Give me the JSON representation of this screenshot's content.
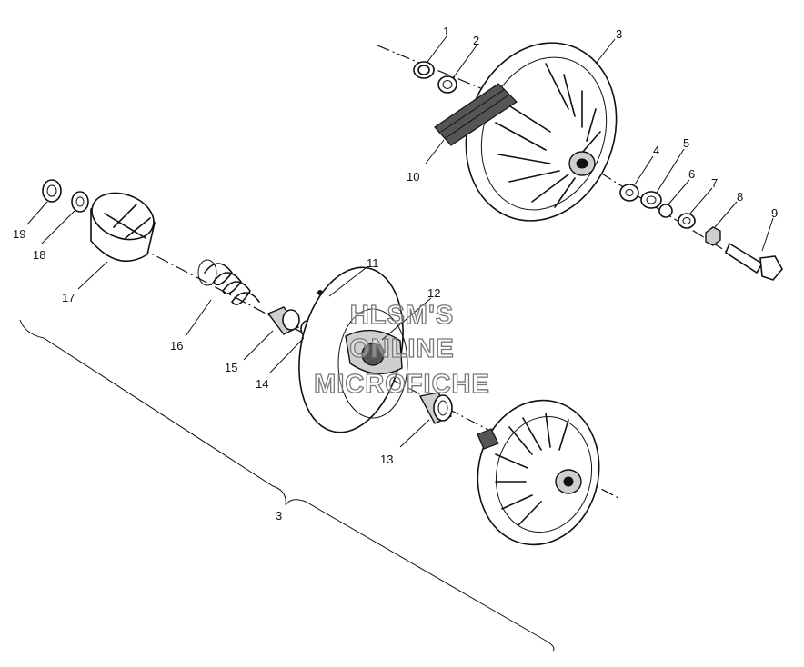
{
  "callouts": {
    "c1": "1",
    "c2": "2",
    "c3_top": "3",
    "c4": "4",
    "c5": "5",
    "c6": "6",
    "c7": "7",
    "c8": "8",
    "c9": "9",
    "c10": "10",
    "c11": "11",
    "c12": "12",
    "c13": "13",
    "c14": "14",
    "c15": "15",
    "c16": "16",
    "c17": "17",
    "c18": "18",
    "c19": "19",
    "c3_assembly": "3"
  },
  "watermark": {
    "line1": "HLSM'S",
    "line2": "ONLINE",
    "line3": "MICROFICHE"
  }
}
